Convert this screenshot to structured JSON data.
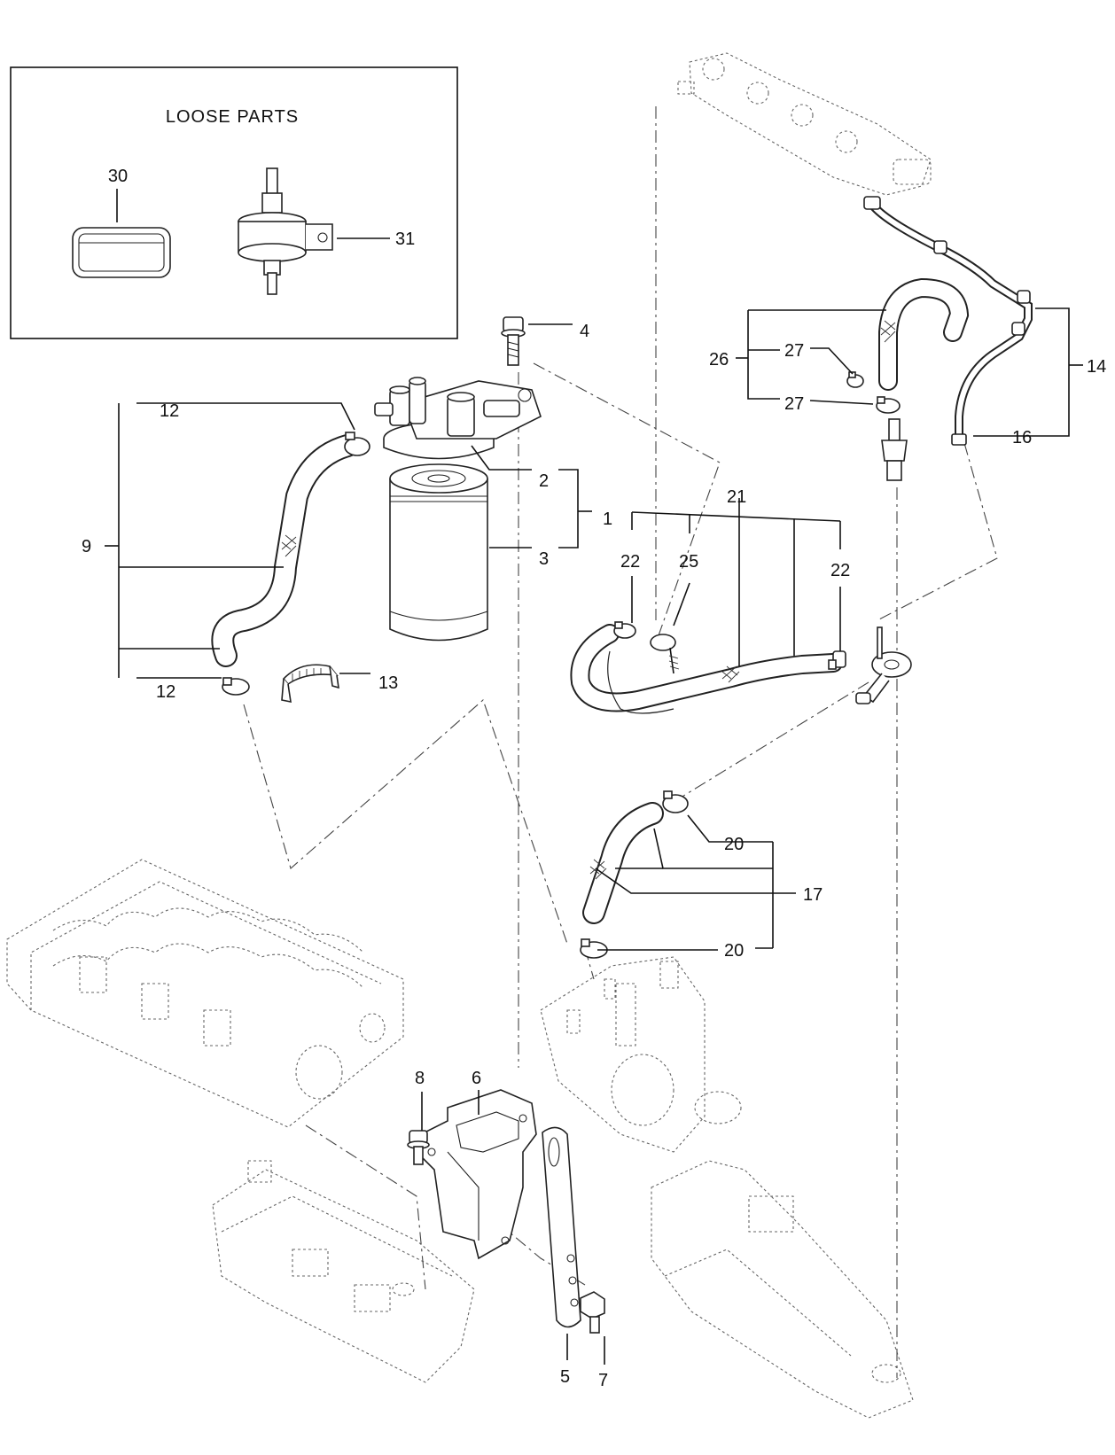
{
  "loose_parts": {
    "title": "LOOSE  PARTS",
    "labels": [
      "30",
      "31"
    ]
  },
  "callouts": {
    "c1": "1",
    "c2": "2",
    "c3": "3",
    "c4": "4",
    "c5": "5",
    "c6": "6",
    "c7": "7",
    "c8": "8",
    "c9": "9",
    "c12a": "12",
    "c12b": "12",
    "c13": "13",
    "c14": "14",
    "c16": "16",
    "c17": "17",
    "c20a": "20",
    "c20b": "20",
    "c21": "21",
    "c22a": "22",
    "c22b": "22",
    "c25": "25",
    "c26": "26",
    "c27a": "27",
    "c27b": "27"
  }
}
